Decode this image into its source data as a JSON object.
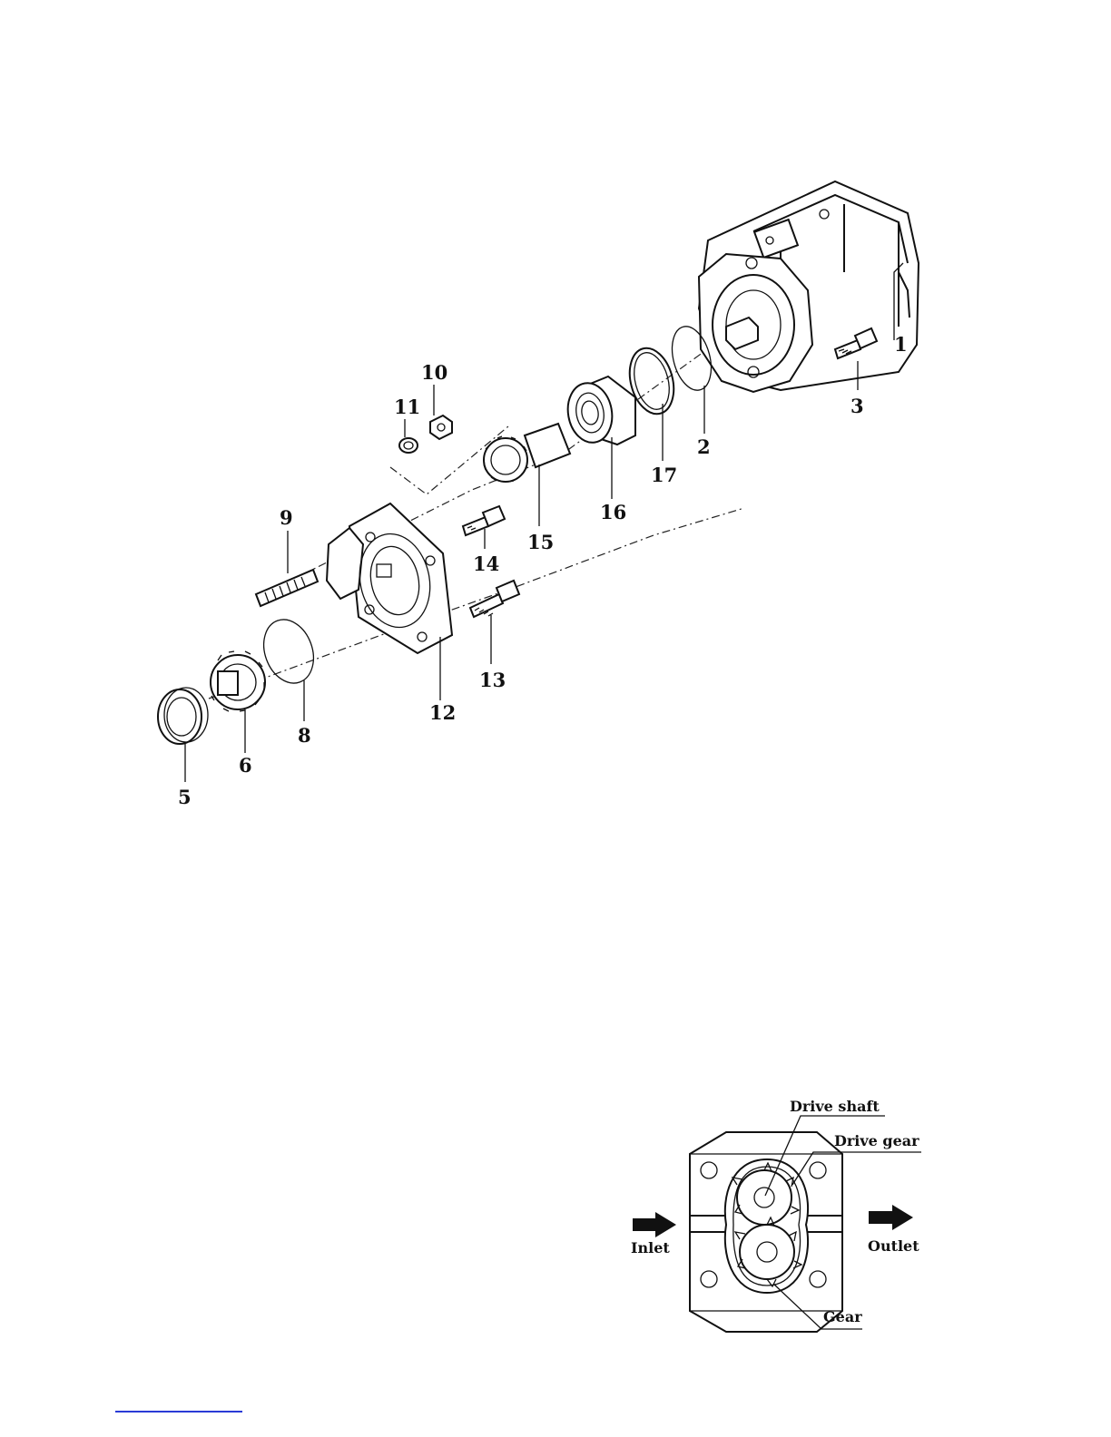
{
  "exploded_view": {
    "callouts": [
      "1",
      "2",
      "3",
      "5",
      "6",
      "8",
      "9",
      "10",
      "11",
      "12",
      "13",
      "14",
      "15",
      "16",
      "17"
    ]
  },
  "gear_pump": {
    "labels": {
      "drive_shaft": "Drive shaft",
      "drive_gear": "Drive gear",
      "inlet": "Inlet",
      "outlet": "Outlet",
      "gear": "Gear"
    }
  }
}
